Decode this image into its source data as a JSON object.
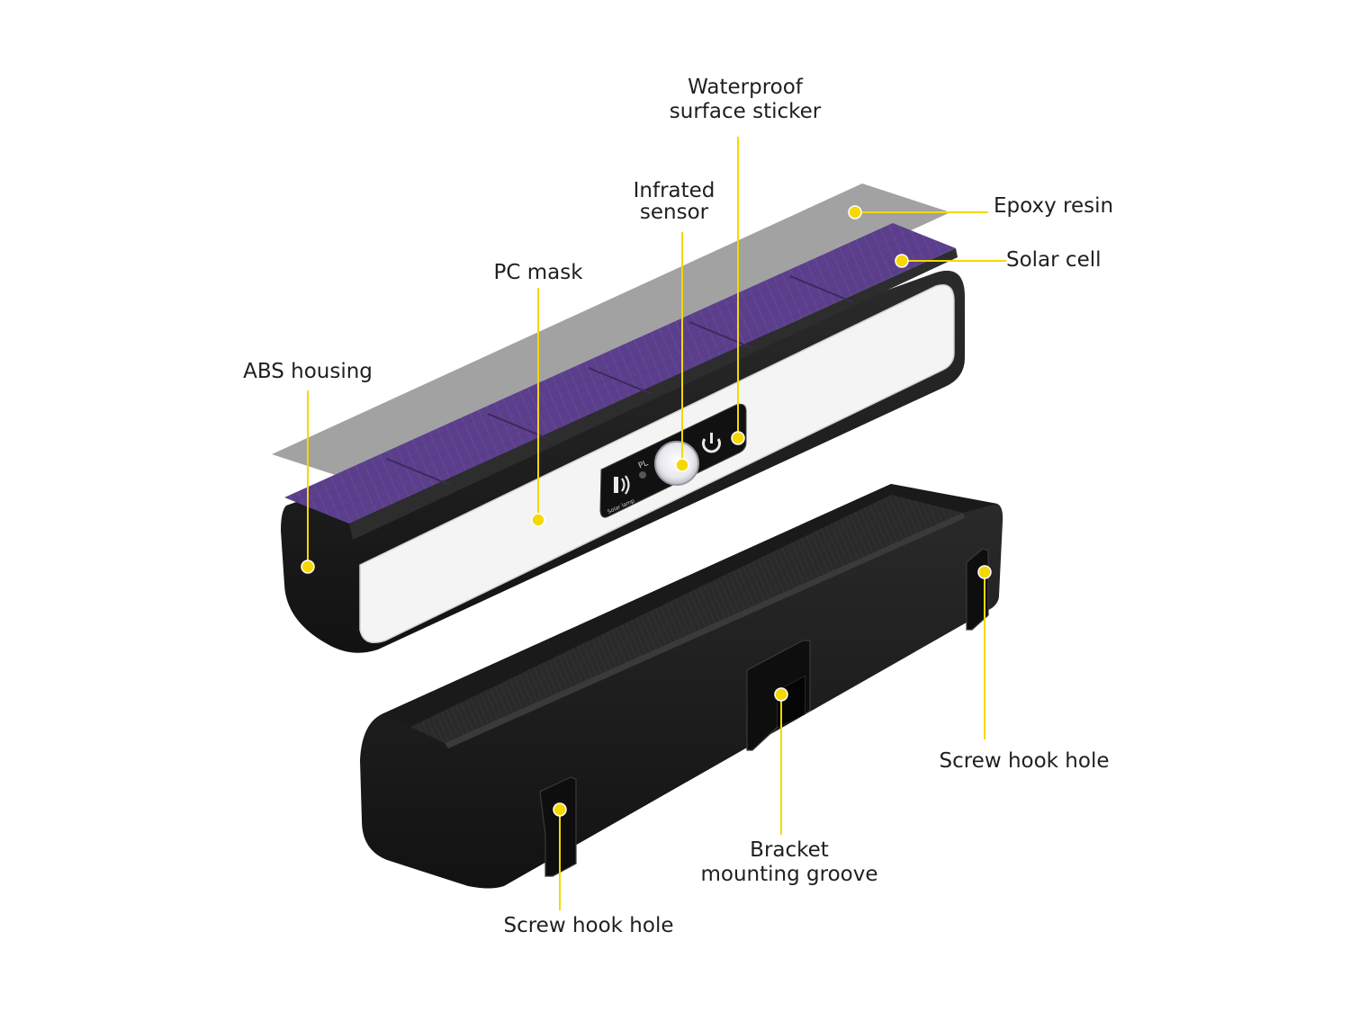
{
  "labels": {
    "waterproof": [
      "Waterproof",
      "surface sticker"
    ],
    "infrated": [
      "Infrated",
      "sensor"
    ],
    "epoxy": "Epoxy resin",
    "solar_cell": "Solar cell",
    "pc_mask": "PC mask",
    "abs": "ABS housing",
    "screw_right": "Screw hook hole",
    "bracket": [
      "Bracket",
      "mounting groove"
    ],
    "screw_left": "Screw hook hole"
  },
  "panel_text": {
    "pl": "PL",
    "brand": "Solar lamp"
  },
  "colors": {
    "callout": "#f5d800",
    "housing": "#1c1c1c",
    "solar": "#5b3f8c",
    "epoxy": "#9a9a9a",
    "pc_mask": "#f4f4f4"
  },
  "icons": [
    "power-icon",
    "motion-sensor-icon",
    "pir-lens-icon"
  ]
}
